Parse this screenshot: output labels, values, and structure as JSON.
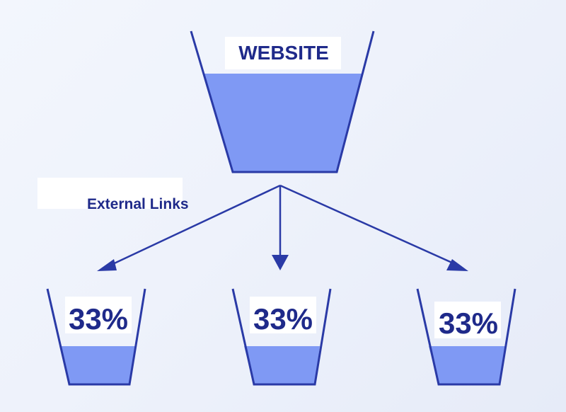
{
  "source": {
    "label": "WEBSITE",
    "fill_level": 0.72
  },
  "split_label": "External Links",
  "targets": [
    {
      "label": "33%",
      "fill_level": 0.38
    },
    {
      "label": "33%",
      "fill_level": 0.38
    },
    {
      "label": "33%",
      "fill_level": 0.38
    }
  ],
  "colors": {
    "water": "#7f99f4",
    "outline": "#2a3aa6",
    "text": "#1f2a8a",
    "label_box": "#ffffff"
  }
}
